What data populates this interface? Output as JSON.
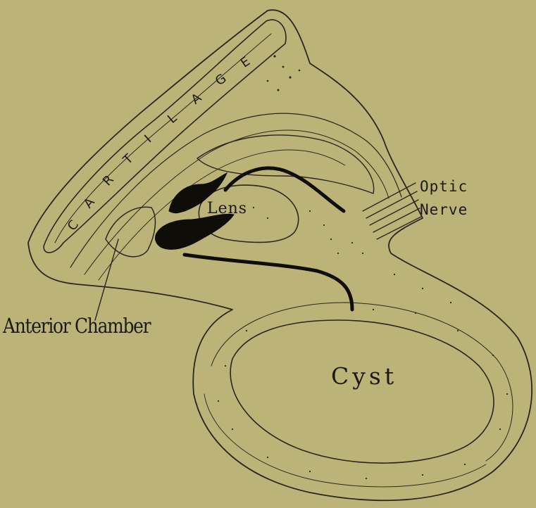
{
  "diagram": {
    "labels": {
      "lens": "Lens",
      "optic_nerve_line1": "Optic",
      "optic_nerve_line2": "Nerve",
      "anterior_chamber": "Anterior Chamber",
      "cyst": "Cyst"
    },
    "cartilage_letters": [
      "C",
      "A",
      "R",
      "T",
      "I",
      "L",
      "A",
      "G",
      "E"
    ],
    "colors": {
      "background": "#bcb379",
      "ink": "#1d1a12"
    }
  }
}
